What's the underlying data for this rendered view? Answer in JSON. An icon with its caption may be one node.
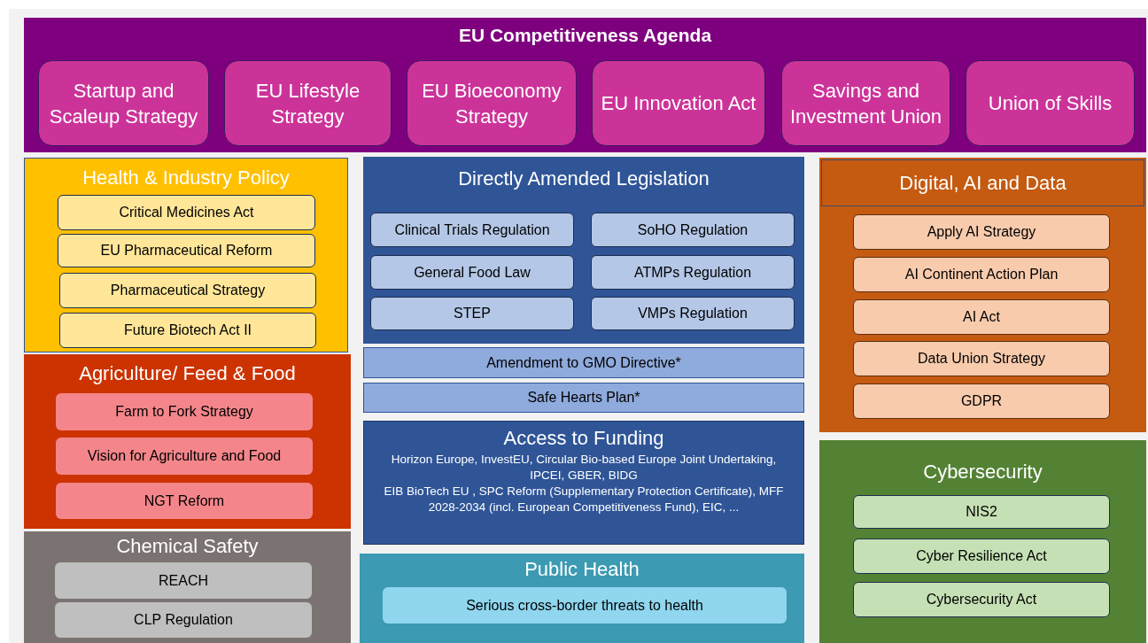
{
  "diagram": {
    "nodes": [
      {
        "text": [
          "EU Competitiveness Agenda"
        ]
      },
      {
        "text": [
          "Startup and Scaleup Strategy"
        ],
        "in": 0
      },
      {
        "text": [
          "EU Lifestyle Strategy"
        ],
        "in": 0
      },
      {
        "text": [
          "EU Bioeconomy Strategy"
        ],
        "in": 0
      },
      {
        "text": [
          "EU Innovation Act"
        ],
        "in": 0
      },
      {
        "text": [
          "Savings and Investment Union"
        ],
        "in": 0
      },
      {
        "text": [
          "Union of Skills"
        ],
        "in": 0
      },
      {
        "text": [
          "Health & Industry Policy"
        ]
      },
      {
        "text": [
          "Critical Medicines Act"
        ],
        "in": 7
      },
      {
        "text": [
          "EU Pharmaceutical Reform"
        ],
        "in": 7
      },
      {
        "text": [
          "Pharmaceutical Strategy"
        ],
        "in": 7
      },
      {
        "text": [
          "Future Biotech Act II"
        ],
        "in": 7
      },
      {
        "text": [
          "Agriculture/ Feed & Food"
        ]
      },
      {
        "text": [
          "Farm to Fork Strategy"
        ],
        "in": 12
      },
      {
        "text": [
          "Vision for Agriculture and Food"
        ],
        "in": 12
      },
      {
        "text": [
          "NGT Reform"
        ],
        "in": 12
      },
      {
        "text": [
          "Chemical Safety"
        ]
      },
      {
        "text": [
          "REACH"
        ],
        "in": 16
      },
      {
        "text": [
          "CLP Regulation"
        ],
        "in": 16
      },
      {
        "text": [
          "Directly Amended Legislation"
        ]
      },
      {
        "text": [
          "Clinical Trials Regulation"
        ],
        "in": 19
      },
      {
        "text": [
          "SoHO Regulation"
        ],
        "in": 19
      },
      {
        "text": [
          "General Food Law"
        ],
        "in": 19
      },
      {
        "text": [
          "ATMPs Regulation"
        ],
        "in": 19
      },
      {
        "text": [
          "STEP"
        ],
        "in": 19
      },
      {
        "text": [
          "VMPs Regulation"
        ],
        "in": 19
      },
      {
        "text": [
          "Amendment to GMO Directive*"
        ]
      },
      {
        "text": [
          "Safe Hearts Plan*"
        ]
      },
      {
        "text": [
          "Access to Funding",
          "Horizon Europe, InvestEU, Circular Bio-based Europe Joint Undertaking, IPCEI, GBER, BIDG",
          "EIB BioTech EU , SPC Reform (Supplementary Protection Certificate), MFF 2028-2034 (incl. European Competitiveness Fund), EIC, ..."
        ]
      },
      {
        "text": [
          "Public Health"
        ]
      },
      {
        "text": [
          "Serious cross-border threats to health"
        ],
        "in": 29
      },
      {
        "text": [
          "Digital, AI and Data"
        ]
      },
      {
        "text": [
          "Apply AI Strategy"
        ],
        "in": 31
      },
      {
        "text": [
          "AI Continent Action Plan"
        ],
        "in": 31
      },
      {
        "text": [
          "AI Act"
        ],
        "in": 31
      },
      {
        "text": [
          "Data Union Strategy"
        ],
        "in": 31
      },
      {
        "text": [
          "GDPR"
        ],
        "in": 31
      },
      {
        "text": [
          "Cybersecurity"
        ]
      },
      {
        "text": [
          "NIS2"
        ],
        "in": 37
      },
      {
        "text": [
          "Cyber Resilience Act"
        ],
        "in": 37
      },
      {
        "text": [
          "Cybersecurity Act"
        ],
        "in": 37
      }
    ],
    "edges": []
  }
}
